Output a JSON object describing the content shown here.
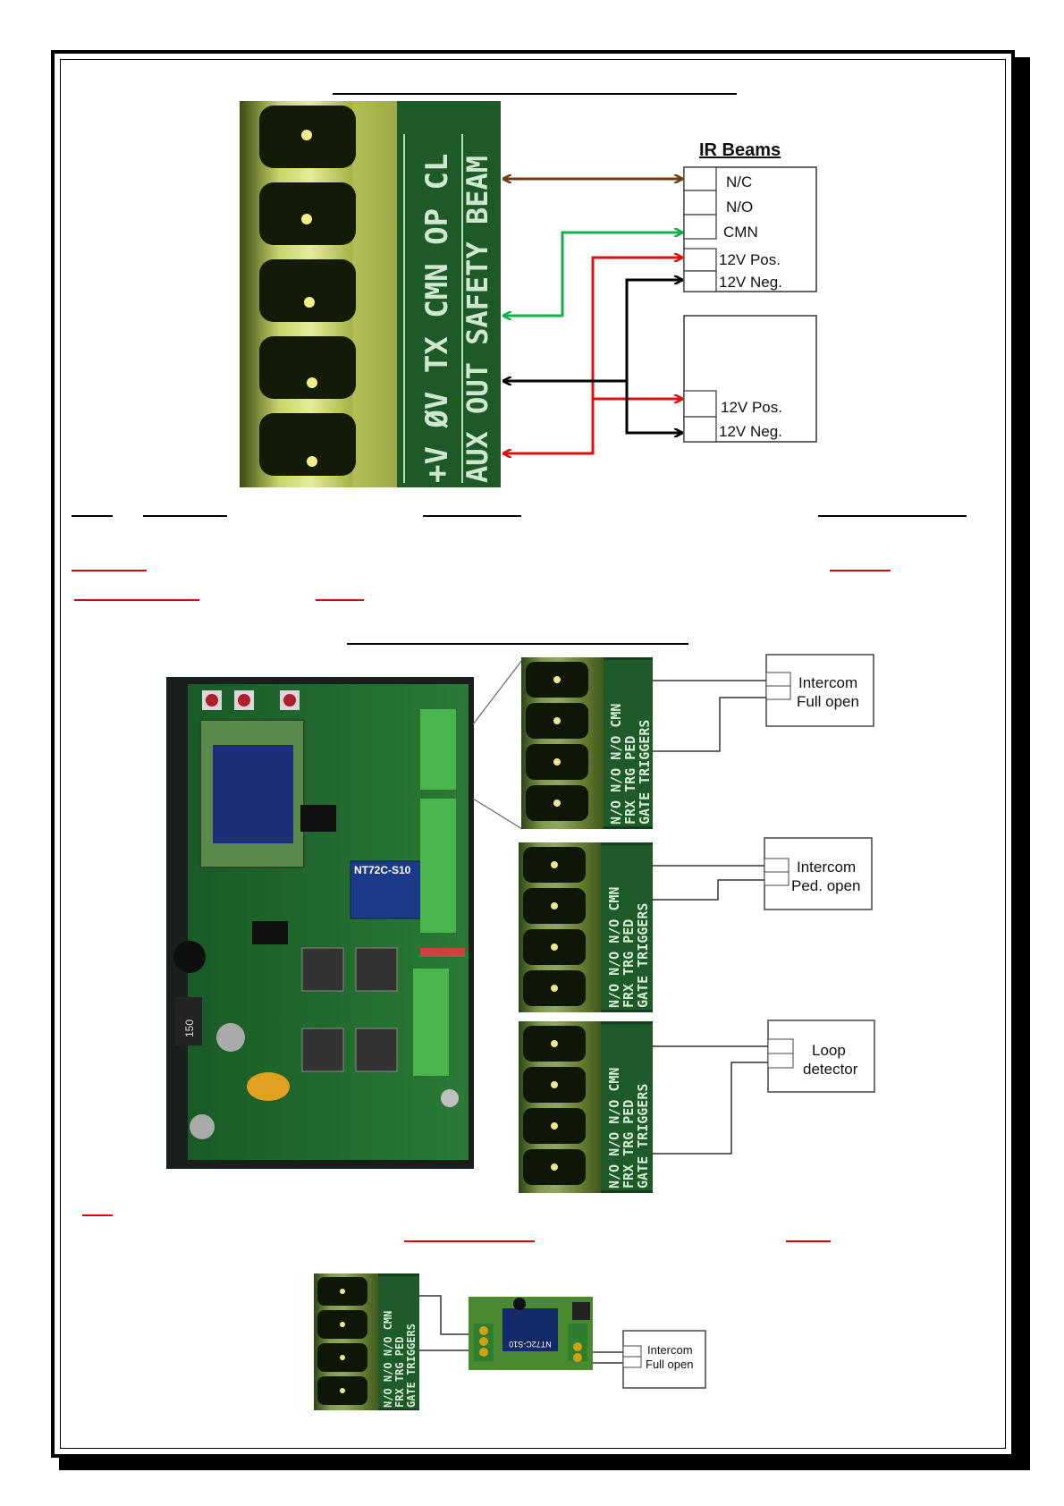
{
  "ir_diagram": {
    "title": "IR Beams",
    "connector_labels": {
      "left": "+V   ØV   TX CMN  OP   CL",
      "right": "AUX OUT SAFETY BEAM"
    },
    "receiver_terminals": [
      "N/C",
      "N/O",
      "CMN",
      "12V Pos.",
      "12V Neg."
    ],
    "transmitter_terminals": [
      "12V Pos.",
      "12V Neg."
    ],
    "colors": {
      "brown": "#6b3d12",
      "green": "#12b04a",
      "red": "#e01010",
      "black": "#000000",
      "pcb_green": "#1f6b2e",
      "connector_yellow": "#d6e07a"
    }
  },
  "triggers_diagram": {
    "connector_label_a": "N/O N/O N/O CMN",
    "connector_label_b": "FRX TRG PED",
    "connector_label_c": "GATE TRIGGERS",
    "board_chip_label": "NT72C-S10",
    "inductor_label": "150",
    "devices": [
      {
        "line1": "Intercom",
        "line2": "Full open"
      },
      {
        "line1": "Intercom",
        "line2": "Ped. open"
      },
      {
        "line1": "Loop",
        "line2": "detector"
      }
    ]
  },
  "relay_diagram": {
    "relay_label": "NT72C-S10",
    "device": {
      "line1": "Intercom",
      "line2": "Full open"
    }
  }
}
